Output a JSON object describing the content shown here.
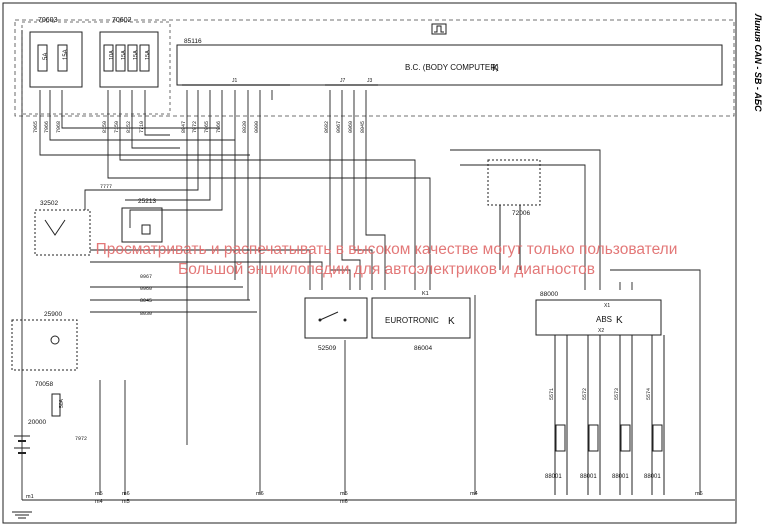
{
  "side_title": "Линия CAN - SB - АБС",
  "watermark": {
    "line1": "Просматривать и распечатывать в высоком качестве могут только пользователи",
    "line2": "Большой энциклопедии для автоэлектриков и диагностов"
  },
  "components": {
    "fuse_box_1": "70603",
    "fuse_box_2": "70602",
    "body_computer_code": "85116",
    "body_computer_label": "B.C. (BODY COMPUTER)",
    "relay_1": "32502",
    "relay_2": "25213",
    "ignition": "25900",
    "fuse_70058": "70058",
    "battery": "20000",
    "switch_52509": "52509",
    "eurotronic_label": "EUROTRONIC",
    "eurotronic_code": "86004",
    "abs_label": "ABS",
    "abs_code": "88000",
    "sensor_box": "72006",
    "wheel_sensor": "88001",
    "connector_x1": "X1",
    "connector_x2": "X2",
    "connector_k1": "K1",
    "connector_j1": "J1",
    "connector_j3": "J3",
    "connector_j7": "J7"
  },
  "fuses": {
    "box1": [
      "5A",
      "15A"
    ],
    "box2": [
      "10A",
      "15A",
      "15A",
      "15A"
    ],
    "fuse_70058": "50A"
  },
  "wire_codes": {
    "top_left": [
      "7965",
      "7966",
      "7968"
    ],
    "top_mid": [
      "8150",
      "7150",
      "8152",
      "7710"
    ],
    "bc_out": [
      "8947",
      "7972",
      "7965",
      "7966",
      "8030",
      "0000"
    ],
    "bc_out2": [
      "8682",
      "0967",
      "0960",
      "8045"
    ],
    "horizontal": [
      "7777",
      "0967",
      "0960",
      "8045",
      "8030",
      "7972"
    ],
    "abs_pins": [
      "5571",
      "5572",
      "5573",
      "5574"
    ]
  },
  "grounds": [
    "m1",
    "m5",
    "m4",
    "m6",
    "m5",
    "m6",
    "m5",
    "m6",
    "m4",
    "m6"
  ],
  "pin_numbers": [
    "8",
    "7",
    "6",
    "5",
    "4",
    "3",
    "2",
    "1",
    "13",
    "14",
    "15",
    "16",
    "9",
    "10",
    "17"
  ]
}
